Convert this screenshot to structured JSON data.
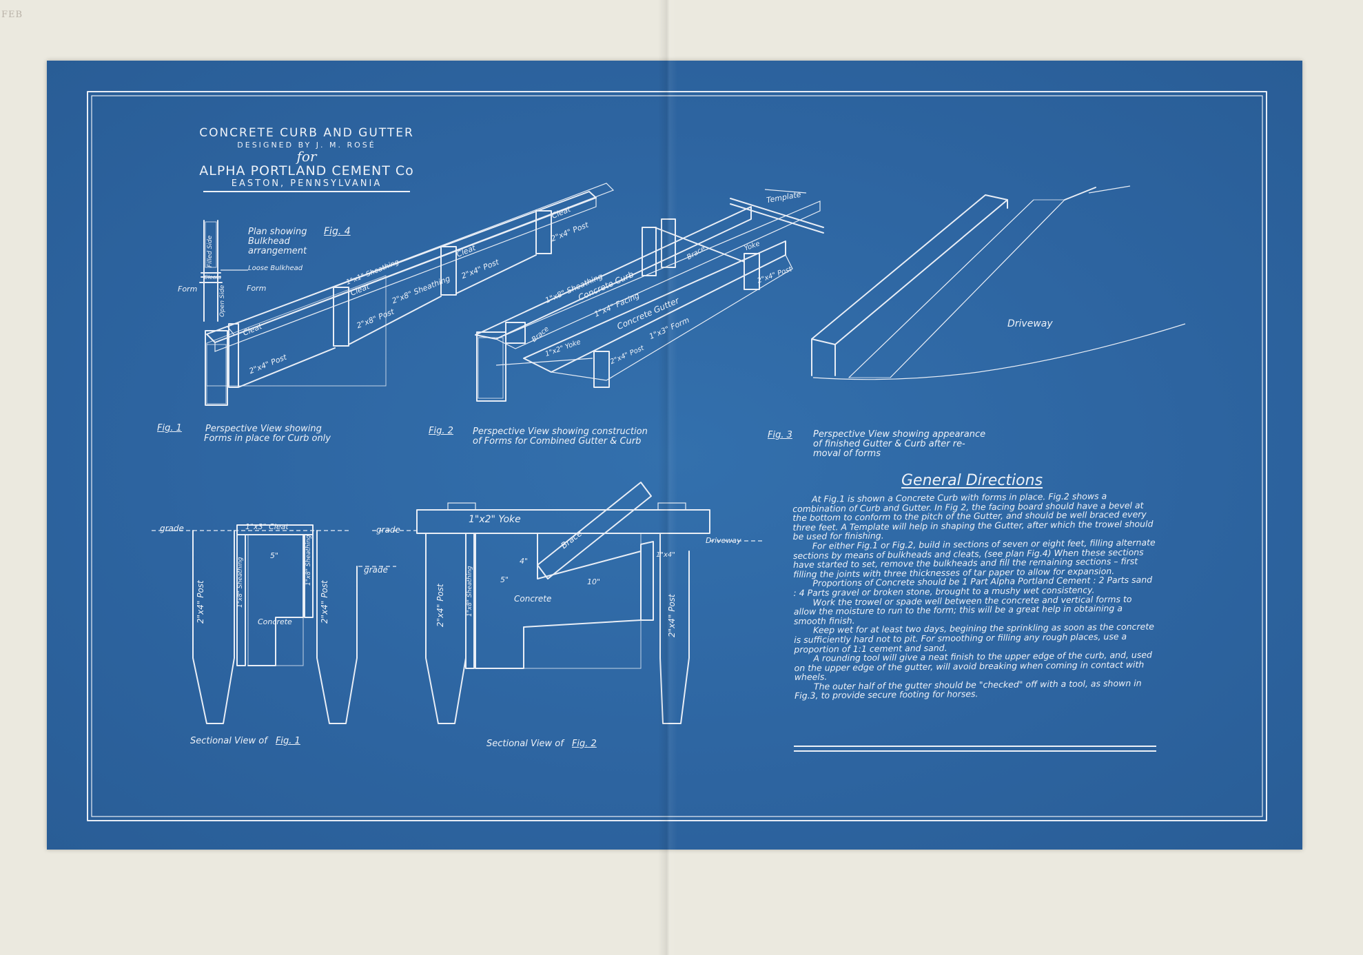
{
  "corner_mark": "FEB",
  "title": {
    "line1": "CONCRETE CURB AND GUTTER",
    "line2": "DESIGNED BY  J. M. ROSÉ",
    "line3": "for",
    "line4": "ALPHA PORTLAND CEMENT Co",
    "line5": "EASTON, PENNSYLVANIA"
  },
  "fig4": {
    "caption": "Plan showing Bulkhead arrangement",
    "label": "Fig. 4",
    "filled_side": "Filled Side",
    "cleats": "Cleats",
    "loose_bulkhead": "Loose Bulkhead",
    "open_side": "Open Side",
    "form_left": "Form",
    "form_right": "Form"
  },
  "fig1": {
    "label": "Fig. 1",
    "caption_line1": "Perspective View showing",
    "caption_line2": "Forms in place for Curb only",
    "labels": [
      "Cleat",
      "2\"x4\" Post",
      "Cleat",
      "2\"x8\" Post",
      "1\"x1\" Sheathing",
      "2\"x8\" Sheathing",
      "Cleat",
      "2\"x4\" Post",
      "Cleat",
      "2\"x4\" Post"
    ]
  },
  "fig2": {
    "label": "Fig. 2",
    "caption_line1": "Perspective View showing construction",
    "caption_line2": "of Forms for Combined Gutter & Curb",
    "labels": [
      "Template",
      "Yoke",
      "2\"x4\" Post",
      "1\"x8\" Sheathing",
      "Concrete Curb",
      "1\"x4\" Facing",
      "Concrete Gutter",
      "1\"x3\" Form",
      "Brace",
      "1\"x2\" Yoke",
      "2\"x4\" Post",
      "Brace"
    ]
  },
  "fig3": {
    "label": "Fig. 3",
    "caption_line1": "Perspective View showing appearance",
    "caption_line2": "of finished Gutter & Curb after re-",
    "caption_line3": "moval of forms",
    "driveway": "Driveway"
  },
  "section1": {
    "caption": "Sectional View of",
    "caption_fig": "Fig. 1",
    "grade_left": "grade",
    "grade_right": "grade",
    "cleat": "1\"x3\" Cleat",
    "dim_5": "5\"",
    "post_left": "2\"x4\" Post",
    "post_right": "2\"x4\" Post",
    "sheathing_left": "1\"x8\" Sheathing",
    "sheathing_right": "1\"x8\" Sheathing",
    "concrete": "Concrete"
  },
  "section2": {
    "caption": "Sectional View of",
    "caption_fig": "Fig. 2",
    "grade": "grade",
    "yoke": "1\"x2\" Yoke",
    "brace": "Brace",
    "driveway": "Driveway",
    "post_left": "2\"x4\" Post",
    "post_right": "2\"x4\" Post",
    "sheathing": "1\"x8\" Sheathing",
    "concrete": "Concrete",
    "facing": "1\"x4\"",
    "dim_4": "4\"",
    "dim_5": "5\"",
    "dim_10": "10\""
  },
  "directions": {
    "heading": "General Directions",
    "paragraphs": [
      "At Fig.1 is shown a Concrete Curb with forms in place. Fig.2 shows a combination of Curb and Gutter. In Fig 2, the facing board should have a bevel at the bottom to conform to the pitch of the Gutter, and should be well braced every three feet. A Template will help in shaping the Gutter, after which the trowel should be used for finishing.",
      "For either Fig.1 or Fig.2, build in sections of seven or eight feet, filling alternate sections by means of bulkheads and cleats, (see plan Fig.4) When these sections have started to set, remove the bulkheads and fill the remaining sections – first filling the joints with three thicknesses of tar paper to allow for expansion.",
      "Proportions of Concrete should be 1 Part Alpha Portland Cement : 2 Parts sand : 4 Parts gravel or broken stone, brought to a mushy wet consistency.",
      "Work the trowel or spade well between the concrete and vertical forms to allow the moisture to run to the form; this will be a great help in obtaining a smooth finish.",
      "Keep wet for at least two days, begining the sprinkling as soon as the concrete is sufficiently hard not to pit. For smoothing or filling any rough places, use a proportion of 1:1 cement and sand.",
      "A rounding tool will give a neat finish to the upper edge of the curb, and, used on the upper edge of the gutter, will avoid breaking when coming in contact with wheels.",
      "The outer half of the gutter should be \"checked\" off with a tool, as shown in Fig.3, to provide secure footing for horses."
    ]
  }
}
